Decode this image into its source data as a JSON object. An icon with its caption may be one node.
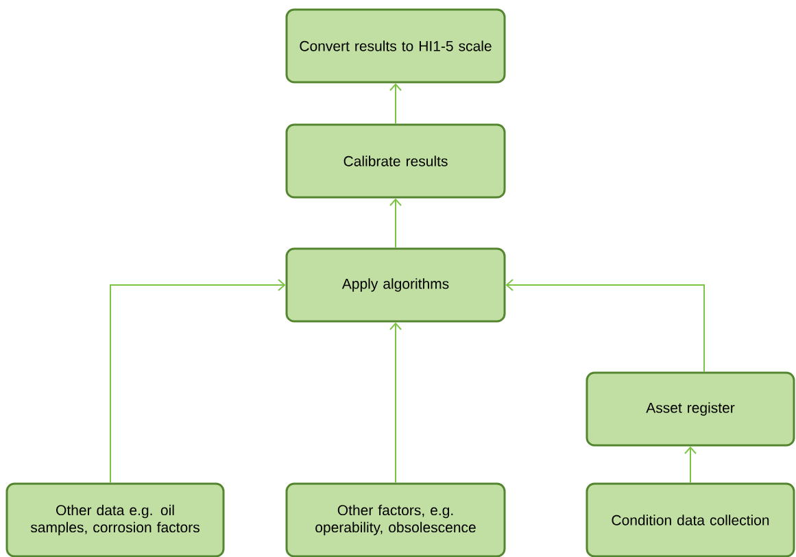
{
  "diagram": {
    "nodes": [
      {
        "text": [
          "Convert results to HI1-5 scale"
        ]
      },
      {
        "text": [
          "Calibrate results"
        ]
      },
      {
        "text": [
          "Apply algorithms"
        ]
      },
      {
        "text": [
          "Other data e.g. oil samples, corrosion factors"
        ]
      },
      {
        "text": [
          "Other factors, e.g. operability, obsolescence"
        ]
      },
      {
        "text": [
          "Asset register"
        ]
      },
      {
        "text": [
          "Condition data collection"
        ]
      }
    ],
    "edges": [
      {
        "from": 1,
        "to": 0,
        "arrow": "to"
      },
      {
        "from": 2,
        "to": 1,
        "arrow": "to"
      },
      {
        "from": 3,
        "to": 2,
        "arrow": "to"
      },
      {
        "from": 4,
        "to": 2,
        "arrow": "to"
      },
      {
        "from": 5,
        "to": 2,
        "arrow": "to"
      },
      {
        "from": 6,
        "to": 5,
        "arrow": "to"
      }
    ]
  }
}
